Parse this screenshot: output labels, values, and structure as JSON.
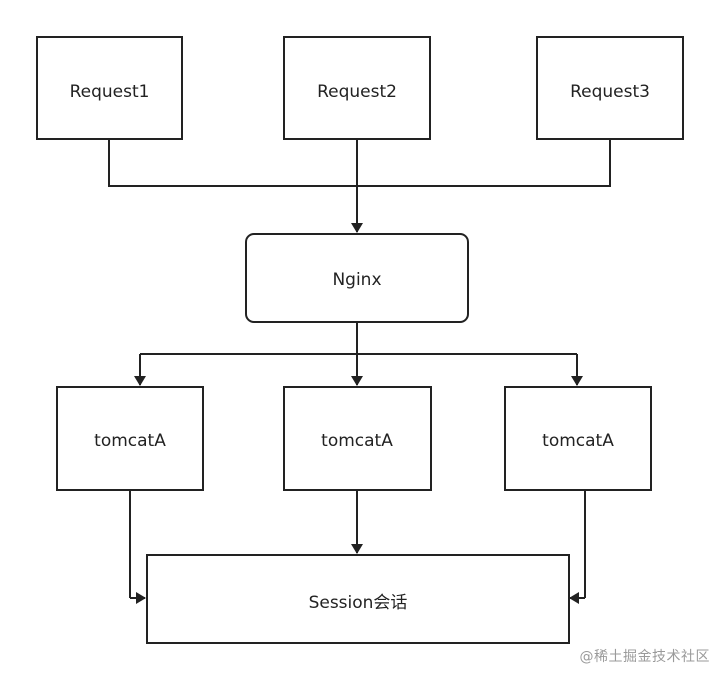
{
  "diagram": {
    "nodes": {
      "request1": "Request1",
      "request2": "Request2",
      "request3": "Request3",
      "nginx": "Nginx",
      "tomcat1": "tomcatA",
      "tomcat2": "tomcatA",
      "tomcat3": "tomcatA",
      "session": "Session会话"
    },
    "line_color": "#222222",
    "box_fill": "#ffffff"
  },
  "watermark": "@稀土掘金技术社区"
}
